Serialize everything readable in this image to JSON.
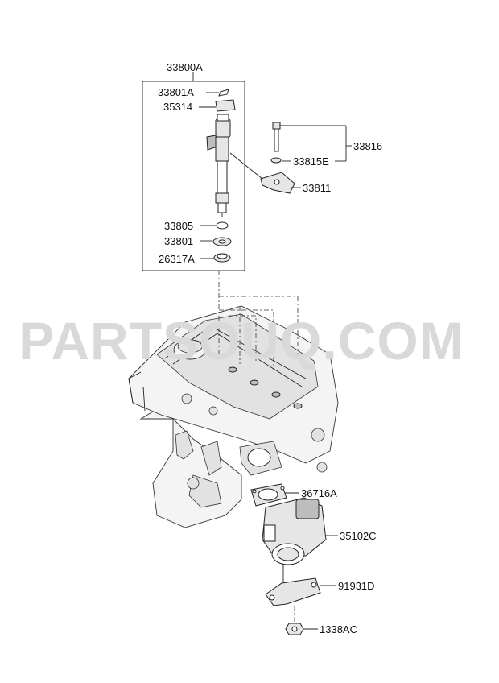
{
  "watermark": "PARTSOUQ.COM",
  "labels": {
    "assembly": "33800A",
    "p33801A": "33801A",
    "p35314": "35314",
    "p33816": "33816",
    "p33815E": "33815E",
    "p33811": "33811",
    "p33805": "33805",
    "p33801": "33801",
    "p26317A": "26317A",
    "p36716A": "36716A",
    "p35102C": "35102C",
    "p91931D": "91931D",
    "p1338AC": "1338AC"
  }
}
